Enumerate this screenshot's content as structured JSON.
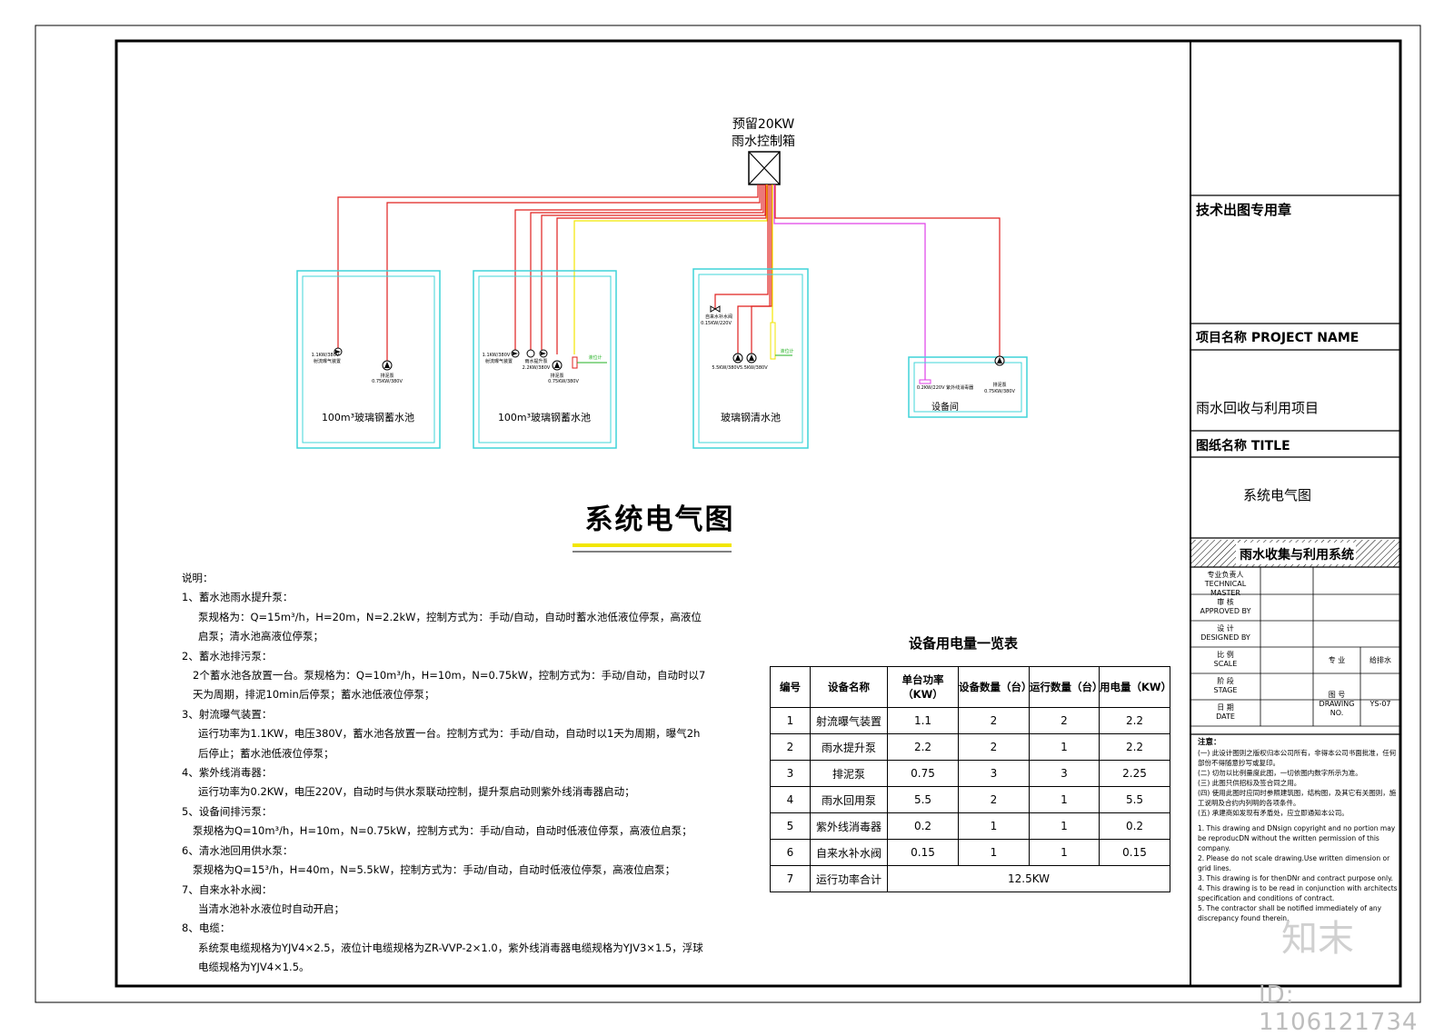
{
  "diagram": {
    "control_box_label_1": "预留20KW",
    "control_box_label_2": "雨水控制箱",
    "pool1": {
      "name": "100m³玻璃钢蓄水池",
      "device_a_1": "1.1KW/380V",
      "device_a_2": "射流曝气装置",
      "device_b_1": "排泥泵",
      "device_b_2": "0.75KW/380V"
    },
    "pool2": {
      "name": "100m³玻璃钢蓄水池",
      "device_a_1": "1.1KW/380V",
      "device_a_2": "射流曝气装置",
      "device_b_1": "雨水提升泵",
      "device_b_2": "2.2KW/380V",
      "device_c_1": "排泥泵",
      "device_c_2": "0.75KW/380V",
      "level": "液位计"
    },
    "pool3": {
      "name": "玻璃钢清水池",
      "valve_1": "自来水补水阀",
      "valve_2": "0.15KW/220V",
      "pumps": "5.5KW/380V5.5KW/380V",
      "level": "液位计"
    },
    "room": {
      "name": "设备间",
      "uv": "0.2KW/220V  紫外线消毒器",
      "pump_1": "排泥泵",
      "pump_2": "0.75KW/380V"
    },
    "colors": {
      "red": "#e0201e",
      "cyan": "#3fd4d8",
      "yellow": "#f2e600",
      "magenta": "#e040e8",
      "green": "#20b020"
    }
  },
  "main_title": "系统电气图",
  "notes": {
    "heading": "说明：",
    "n1_title": "1、蓄水池雨水提升泵：",
    "n1_body": "泵规格为：Q=15m³/h，H=20m，N=2.2kW，控制方式为：手动/自动，自动时蓄水池低液位停泵，高液位启泵；清水池高液位停泵；",
    "n2_title": "2、蓄水池排污泵：",
    "n2_body": "2个蓄水池各放置一台。泵规格为：Q=10m³/h，H=10m，N=0.75kW，控制方式为：手动/自动，自动时以7天为周期，排泥10min后停泵；蓄水池低液位停泵；",
    "n3_title": "3、射流曝气装置：",
    "n3_body": "运行功率为1.1KW，电压380V，蓄水池各放置一台。控制方式为：手动/自动，自动时以1天为周期，曝气2h后停止；蓄水池低液位停泵；",
    "n4_title": "4、紫外线消毒器：",
    "n4_body": "运行功率为0.2KW，电压220V，自动时与供水泵联动控制，提升泵启动则紫外线消毒器启动；",
    "n5_title": "5、设备间排污泵：",
    "n5_body": "泵规格为Q=10m³/h，H=10m，N=0.75kW，控制方式为：手动/自动，自动时低液位停泵，高液位启泵；",
    "n6_title": "6、清水池回用供水泵：",
    "n6_body": "泵规格为Q=15³/h，H=40m，N=5.5kW，控制方式为：手动/自动，自动时低液位停泵，高液位启泵；",
    "n7_title": "7、自来水补水阀：",
    "n7_body": "当清水池补水液位时自动开启；",
    "n8_title": "8、电缆：",
    "n8_body": "系统泵电缆规格为YJV4×2.5，液位计电缆规格为ZR-VVP-2×1.0，紫外线消毒器电缆规格为YJV3×1.5，浮球电缆规格为YJV4×1.5。"
  },
  "load_table": {
    "title": "设备用电量一览表",
    "headers": [
      "编号",
      "设备名称",
      "单台功率（KW）",
      "设备数量（台）",
      "运行数量（台）",
      "用电量（KW）"
    ],
    "rows": [
      [
        "1",
        "射流曝气装置",
        "1.1",
        "2",
        "2",
        "2.2"
      ],
      [
        "2",
        "雨水提升泵",
        "2.2",
        "2",
        "1",
        "2.2"
      ],
      [
        "3",
        "排泥泵",
        "0.75",
        "3",
        "3",
        "2.25"
      ],
      [
        "4",
        "雨水回用泵",
        "5.5",
        "2",
        "1",
        "5.5"
      ],
      [
        "5",
        "紫外线消毒器",
        "0.2",
        "1",
        "1",
        "0.2"
      ],
      [
        "6",
        "自来水补水阀",
        "0.15",
        "1",
        "1",
        "0.15"
      ]
    ],
    "total_no": "7",
    "total_label": "运行功率合计",
    "total_value": "12.5KW"
  },
  "title_block": {
    "stamp": "技术出图专用章",
    "project_label": "项目名称  PROJECT NAME",
    "project_name": "雨水回收与利用项目",
    "title_label": "图纸名称    TITLE",
    "title_name": "系统电气图",
    "system": "雨水收集与利用系统",
    "roles": [
      {
        "cn": "专业负责人",
        "en": "TECHNICAL MASTER"
      },
      {
        "cn": "审  核",
        "en": "APPROVED BY"
      },
      {
        "cn": "设  计",
        "en": "DESIGNED BY"
      },
      {
        "cn": "比  例",
        "en": "SCALE"
      },
      {
        "cn": "阶  段",
        "en": "STAGE"
      },
      {
        "cn": "日  期",
        "en": "DATE"
      }
    ],
    "discipline_label": "专  业",
    "discipline_value": "给排水",
    "drawing_no_label_cn": "图  号",
    "drawing_no_label_en": "DRAWING NO.",
    "drawing_no_value": "YS-07",
    "notes_heading": "注意：",
    "notes_cn": [
      "(一) 此设计图则之版权归本公司所有，非得本公司书面批准，任何部份不得随意抄写或复印。",
      "(二) 切勿以比例量度此图，一切依图内数字所示为准。",
      "(三) 此图只供招标及签合同之用。",
      "(四) 使用此图时应同时参照建筑图，结构图，及其它有关图则，施工说明及合约内列明的各项条件。",
      "(五) 承建商如发现有矛盾处，应立即通知本公司。"
    ],
    "notes_en": [
      "1. This drawing and DNsign copyright and no portion may be reproducDN without the written permission of this company.",
      "2. Please do not scale drawing.Use written dimension or grid lines.",
      "3. This drawing is for thenDNr and contract purpose only.",
      "4. This drawing is to be read in conjunction with architects specification and conditions of contract.",
      "5. The contractor shall be notified immediately of any discrepancy found therein."
    ]
  },
  "watermark": {
    "brand": "知末",
    "id": "ID: 1106121734"
  }
}
